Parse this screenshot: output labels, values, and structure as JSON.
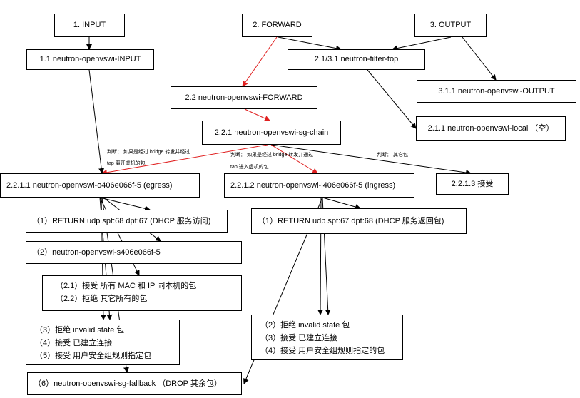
{
  "chains": {
    "input": "1.    INPUT",
    "forward": "2. FORWARD",
    "output": "3. OUTPUT",
    "neutron_input": "1.1 neutron-openvswi-INPUT",
    "filter_top": "2.1/3.1 neutron-filter-top",
    "neutron_forward": "2.2 neutron-openvswi-FORWARD",
    "neutron_output": "3.1.1 neutron-openvswi-OUTPUT",
    "sg_chain": "2.2.1 neutron-openvswi-sg-chain",
    "local": "2.1.1 neutron-openvswi-local （空）",
    "egress_chain": "2.2.1.1 neutron-openvswi-o406e066f-5 (egress)",
    "ingress_chain": "2.2.1.2 neutron-openvswi-i406e066f-5 (ingress)",
    "accept_chain": "2.2.1.3 接受"
  },
  "notes": {
    "egress_judge_1": "判断： 如果是经过 bridge 转发并经过",
    "egress_judge_2": "tap 离开虚机的包",
    "ingress_judge_1": "判断： 如果是经过 bridge 转发并通过",
    "ingress_judge_2": "tap 进入虚机的包",
    "other_judge": "判断： 其它包"
  },
  "egress_rules": {
    "r1": "（1）RETURN udp spt:68 dpt:67 (DHCP 服务访问)",
    "r2": "（2）neutron-openvswi-s406e066f-5",
    "r21": "（2.1）接受  所有 MAC 和  IP  同本机的包",
    "r22": "（2.2）拒绝  其它所有的包",
    "r3": "（3）拒绝  invalid state  包",
    "r4": "（4）接受  已建立连接",
    "r5": "（5）接受  用户安全组规则指定包",
    "r6": "（6）neutron-openvswi-sg-fallback  （DROP  其余包）"
  },
  "ingress_rules": {
    "r1": "（1）RETURN udp spt:67 dpt:68 (DHCP 服务返回包)",
    "r2": "（2）拒绝  invalid state  包",
    "r3": "（3）接受  已建立连接",
    "r4": "（4）接受  用户安全组规则指定的包"
  },
  "colors": {
    "line": "#000000",
    "forward_path": "#e02020"
  }
}
